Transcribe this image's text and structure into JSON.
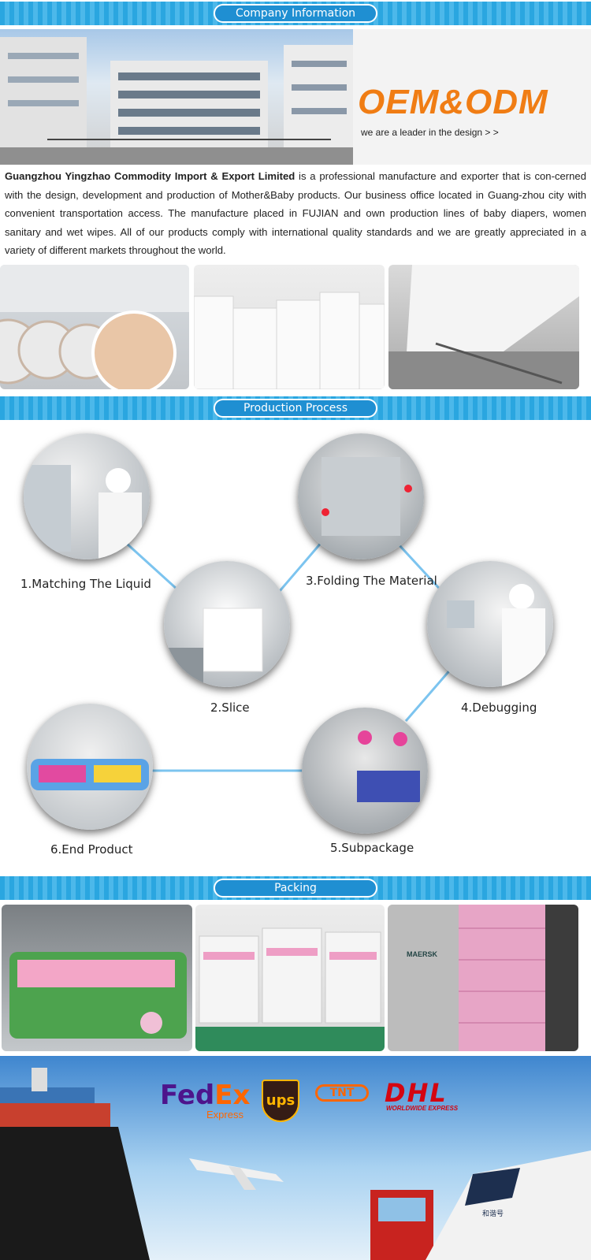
{
  "sections": {
    "company": "Company Information",
    "production": "Production Process",
    "packing": "Packing"
  },
  "hero": {
    "headline": "OEM&ODM",
    "tagline": "we are a leader in the design  > >"
  },
  "about": {
    "company_name": "Guangzhou Yingzhao Commodity Import & Export Limited",
    "body": " is a professional manufacture and exporter that is con-cerned with the design, development and production of Mother&Baby products. Our business office located in Guang-zhou city with convenient transportation access. The manufacture placed in FUJIAN and own production lines of baby diapers, women sanitary and wet wipes. All of our products comply with international quality standards and we are greatly appreciated in a variety of different markets throughout the world."
  },
  "steps": [
    {
      "label": "1.Matching The Liquid"
    },
    {
      "label": "2.Slice"
    },
    {
      "label": "3.Folding The Material"
    },
    {
      "label": "4.Debugging"
    },
    {
      "label": "5.Subpackage"
    },
    {
      "label": "6.End Product"
    }
  ],
  "shipping": {
    "fedex_1": "Fed",
    "fedex_2": "Ex",
    "fedex_sub": "Express",
    "ups": "ups",
    "tnt": "TNT",
    "dhl": "DHL",
    "dhl_sub": "WORLDWIDE EXPRESS",
    "container_text": "MAERSK",
    "train_text": "和谐号"
  },
  "colors": {
    "banner": "#2aa6e0",
    "pill": "#1f8fd2",
    "oem": "#f07d14",
    "connector": "#7cc4ef",
    "fedex_purple": "#4d148c",
    "fedex_orange": "#ff6600",
    "dhl_red": "#d40511",
    "ups_brown": "#351c15",
    "ups_gold": "#ffb500"
  }
}
